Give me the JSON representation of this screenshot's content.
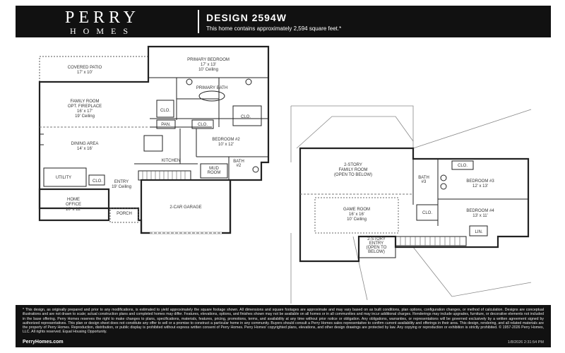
{
  "header": {
    "brand_name": "PERRY",
    "brand_sub": "HOMES",
    "design_title": "DESIGN 2594W",
    "design_subtitle": "This home contains approximately 2,594 square feet.*"
  },
  "first_floor": {
    "rooms": {
      "covered_patio": {
        "name": "COVERED PATIO",
        "size": "17' x 10'"
      },
      "family_room": {
        "name": "FAMILY ROOM",
        "option": "OPT. FIREPLACE",
        "size": "16' x 17'",
        "ceiling": "19' Ceiling"
      },
      "dining_area": {
        "name": "DINING AREA",
        "size": "14' x 16'"
      },
      "primary_bedroom": {
        "name": "PRIMARY BEDROOM",
        "size": "17' x 13'",
        "ceiling": "10' Ceiling"
      },
      "primary_bath": {
        "name": "PRIMARY BATH"
      },
      "clo_1": "CLO.",
      "clo_2": "CLO.",
      "clo_3": "CLO.",
      "clo_4": "CLO.",
      "pan": "PAN.",
      "bedroom_2": {
        "name": "BEDROOM #2",
        "size": "10' x 12'"
      },
      "bath_2": {
        "name": "BATH",
        "number": "#2"
      },
      "kitchen": "KITCHEN",
      "mud_room": {
        "line1": "MUD",
        "line2": "ROOM"
      },
      "utility": "UTILITY",
      "entry": {
        "name": "ENTRY",
        "ceiling": "19' Ceiling"
      },
      "home_office": {
        "name": "HOME",
        "name2": "OFFICE",
        "size": "10' x 12'"
      },
      "porch": "PORCH",
      "garage": "2-CAR GARAGE"
    }
  },
  "second_floor": {
    "rooms": {
      "family_room_2": {
        "name": "2-STORY",
        "name2": "FAMILY ROOM",
        "note": "(OPEN TO BELOW)"
      },
      "game_room": {
        "name": "GAME ROOM",
        "size": "16' x 16'",
        "ceiling": "10' Ceiling"
      },
      "entry_2": {
        "line1": "2-STORY",
        "line2": "ENTRY",
        "line3": "(OPEN TO",
        "line4": "BELOW)"
      },
      "bath_3": {
        "name": "BATH",
        "number": "#3"
      },
      "clo_5": "CLO.",
      "clo_6": "CLO.",
      "bedroom_3": {
        "name": "BEDROOM #3",
        "size": "12' x 13'"
      },
      "bedroom_4": {
        "name": "BEDROOM #4",
        "size": "13' x 11'"
      },
      "lin": "LIN."
    }
  },
  "footer": {
    "disclaimer": "* This design, as originally prepared and prior to any modifications, is estimated to yield approximately the square footage shown. All dimensions and square footages are approximate and may vary based on as built conditions, plan options, configuration changes, or method of calculation. Designs are conceptual illustrations and are not drawn to scale; actual construction plans and completed homes may differ. Features, elevations, options, and finishes shown may not be available on all homes or in all communities and may incur additional charges. Renderings may include upgrades, furniture, or decorative elements not included in the base offering. Perry Homes reserves the right to make changes to plans, specifications, materials, features, pricing, promotions, terms, and availability at any time without prior notice or obligation. Any obligations, warranties, or representations will be governed exclusively by a written agreement signed by authorized representatives. This plan or design sheet does not constitute any offer to sell or a promise to construct a particular home in any community. Buyers should consult a Perry Homes sales representative to confirm current availability and offerings in their area. This design, rendering, and all related materials are the property of Perry Homes. Reproduction, distribution, or public display is prohibited without express written consent of Perry Homes. Perry Homes' copyrighted plans, elevations, and other design drawings are protected by law. Any copying or reproduction or exhibition is strictly prohibited. © 1957-2026 Perry Homes, LLC. All rights reserved. Equal Housing Opportunity.",
    "url": "PerryHomes.com",
    "date": "1/8/2026 2:31:54 PM"
  }
}
